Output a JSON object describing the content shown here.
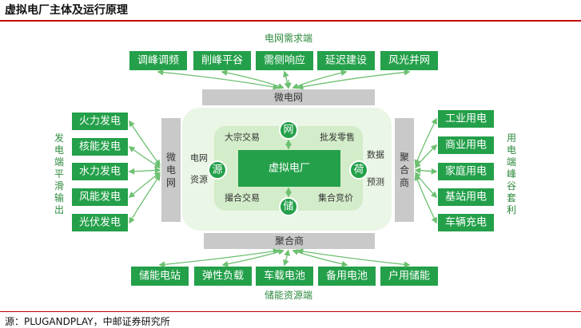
{
  "header": {
    "title": "虚拟电厂主体及运行原理"
  },
  "source": "源：PLUGANDPLAY，中邮证券研究所",
  "diagram": {
    "top_label": "电网需求端",
    "top_items": [
      "调峰调频",
      "削峰平谷",
      "需侧响应",
      "延迟建设",
      "风光并网"
    ],
    "bottom_label": "储能资源端",
    "bottom_items": [
      "储能电站",
      "弹性负载",
      "车载电池",
      "备用电池",
      "户用储能"
    ],
    "left_label": "发电端平滑输出",
    "left_items": [
      "火力发电",
      "核能发电",
      "水力发电",
      "风能发电",
      "光伏发电"
    ],
    "right_label": "用电端峰谷套利",
    "right_items": [
      "工业用电",
      "商业用电",
      "家庭用电",
      "基站用电",
      "车辆充电"
    ],
    "gray_top": "微电网",
    "gray_bottom": "聚合商",
    "gray_left": "微电网",
    "gray_right": "聚合商",
    "center_title": "虚拟电厂",
    "nodes": {
      "top": "网",
      "bottom": "储",
      "left": "源",
      "right": "荷"
    },
    "inner": {
      "top_left": "大宗交易",
      "top_right": "批发零售",
      "bottom_left": "撮合交易",
      "bottom_right": "集合竞价",
      "left_1": "电网",
      "left_2": "资源",
      "right_1": "数据",
      "right_2": "预测"
    },
    "colors": {
      "green": "#24a04a",
      "light_green": "#eaf6e6",
      "mid_green": "#d3ecc9",
      "gray": "#c9c9c9"
    }
  }
}
